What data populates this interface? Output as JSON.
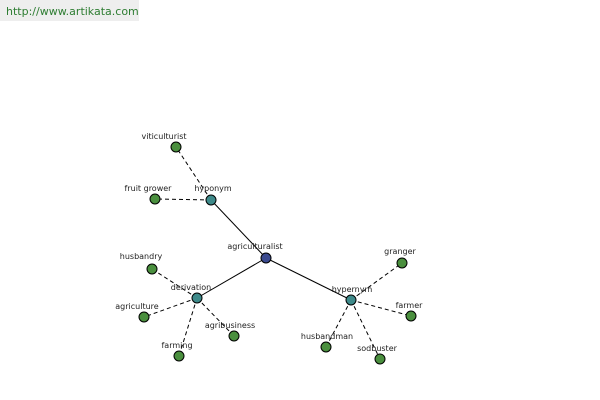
{
  "header": {
    "url": "http://www.artikata.com"
  },
  "colors": {
    "center": "#3b4a8f",
    "relation": "#3e8a8a",
    "leaf": "#4a8f3e"
  },
  "graph": {
    "center": "agriculturalist",
    "relations": [
      {
        "label": "hyponym",
        "terms": [
          "viticulturist",
          "fruit grower"
        ]
      },
      {
        "label": "derivation",
        "terms": [
          "husbandry",
          "agriculture",
          "farming",
          "agribusiness"
        ]
      },
      {
        "label": "hypernym",
        "terms": [
          "granger",
          "farmer",
          "husbandman",
          "sodbuster"
        ]
      }
    ]
  }
}
